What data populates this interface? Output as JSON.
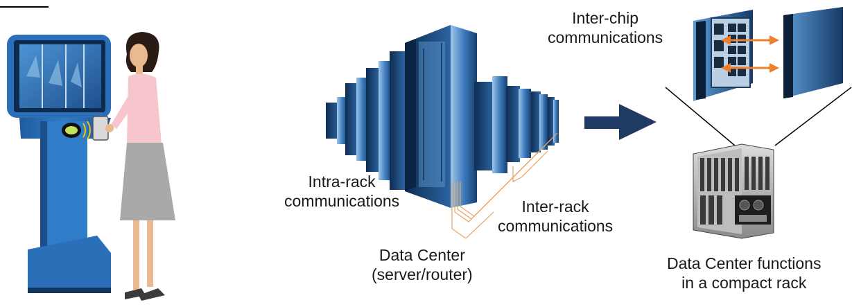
{
  "labels": {
    "intra_rack": [
      "Intra-rack",
      "communications"
    ],
    "inter_rack": [
      "Inter-rack",
      "communications"
    ],
    "data_center": [
      "Data Center",
      "(server/router)"
    ],
    "inter_chip": [
      "Inter-chip",
      "communications"
    ],
    "compact_rack": [
      "Data Center functions",
      "in a compact rack"
    ]
  },
  "colors": {
    "kiosk_blue": "#2a6fb8",
    "server_blue": "#2f69a8",
    "arrow_navy": "#1f3a63",
    "chip_arrow_orange": "#ef7f2a",
    "cable_orange": "#e8a060"
  }
}
